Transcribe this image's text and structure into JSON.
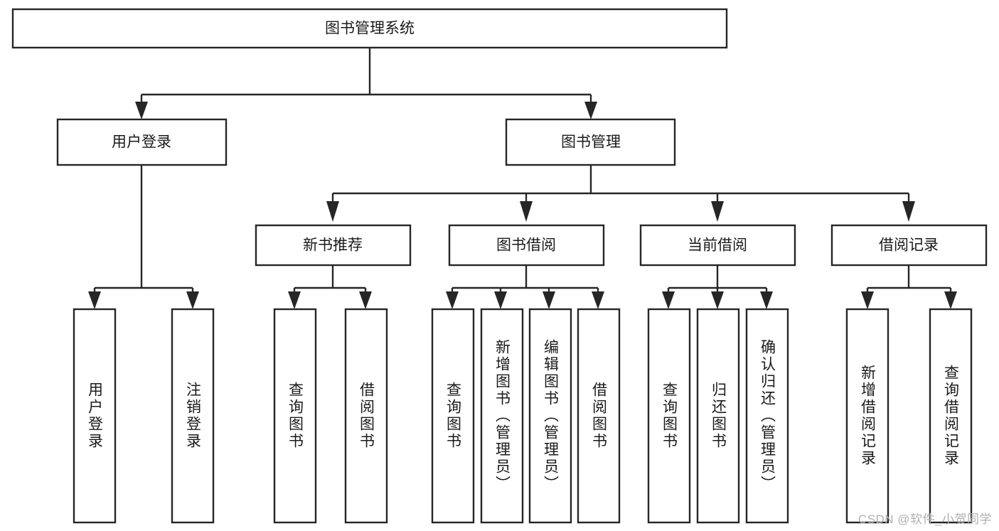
{
  "diagram": {
    "type": "tree-hierarchy",
    "title": "图书管理系统",
    "watermark": "CSDN @软件_小贺同学",
    "colors": {
      "stroke": "#262626",
      "fill": "#ffffff",
      "text": "#1a1a1a",
      "watermark": "#b0b0b0",
      "background": "#ffffff"
    },
    "levels": {
      "root": {
        "label": "图书管理系统"
      },
      "level2": [
        {
          "label": "用户登录"
        },
        {
          "label": "图书管理"
        }
      ],
      "level3": [
        {
          "label": "新书推荐"
        },
        {
          "label": "图书借阅"
        },
        {
          "label": "当前借阅"
        },
        {
          "label": "借阅记录"
        }
      ],
      "leaves": {
        "user_login": [
          {
            "label": "用户登录"
          },
          {
            "label": "注销登录"
          }
        ],
        "new_book_recommend": [
          {
            "label": "查询图书"
          },
          {
            "label": "借阅图书"
          }
        ],
        "book_borrow": [
          {
            "label": "查询图书"
          },
          {
            "label": "新增图书（管理员）"
          },
          {
            "label": "编辑图书（管理员）"
          },
          {
            "label": "借阅图书"
          }
        ],
        "current_borrow": [
          {
            "label": "查询图书"
          },
          {
            "label": "归还图书"
          },
          {
            "label": "确认归还（管理员）"
          }
        ],
        "borrow_record": [
          {
            "label": "新增借阅记录"
          },
          {
            "label": "查询借阅记录"
          }
        ]
      }
    }
  }
}
